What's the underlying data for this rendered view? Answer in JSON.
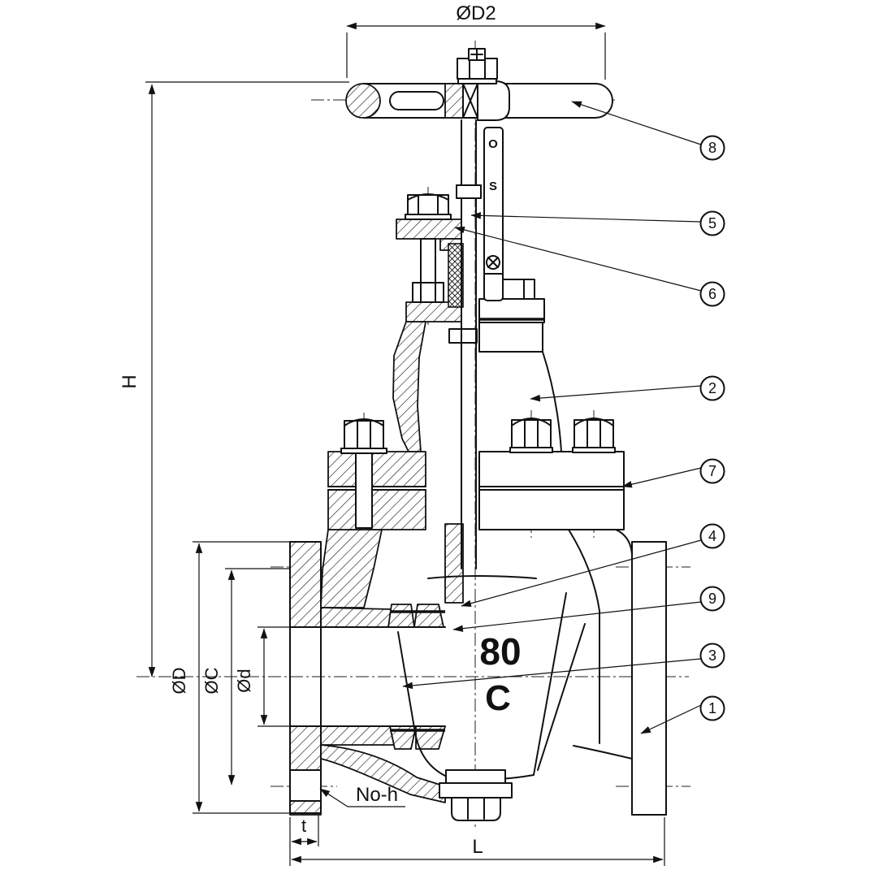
{
  "drawing": {
    "dim_labels": {
      "top_width": "ØD2",
      "height": "H",
      "flange_diameter": "ØD",
      "bolt_circle_diameter": "ØC",
      "bore_diameter": "Ød",
      "bolt_holes": "No-h",
      "flange_thickness": "t",
      "face_to_face": "L"
    },
    "cast_marks": {
      "size": "80",
      "grade": "C"
    },
    "indicator_plate": {
      "open_mark": "O",
      "shut_mark": "S"
    },
    "callouts": [
      {
        "id": "callout-8",
        "number": "8"
      },
      {
        "id": "callout-5",
        "number": "5"
      },
      {
        "id": "callout-6",
        "number": "6"
      },
      {
        "id": "callout-2",
        "number": "2"
      },
      {
        "id": "callout-7",
        "number": "7"
      },
      {
        "id": "callout-4",
        "number": "4"
      },
      {
        "id": "callout-9",
        "number": "9"
      },
      {
        "id": "callout-3",
        "number": "3"
      },
      {
        "id": "callout-1",
        "number": "1"
      }
    ],
    "colors": {
      "line": "#111111",
      "background": "#ffffff"
    }
  }
}
